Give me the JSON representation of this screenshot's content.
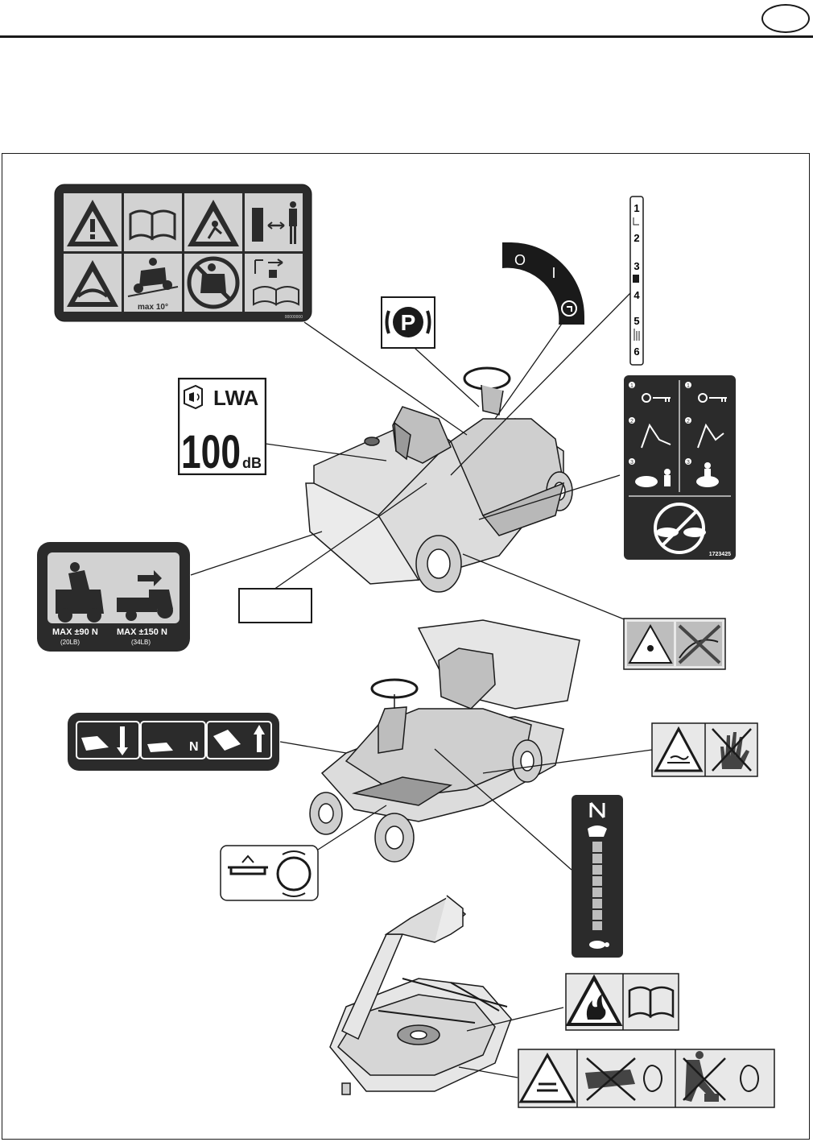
{
  "header": {
    "language_badge": ""
  },
  "decals": {
    "safety_panel": {
      "slope_label": "max 10°",
      "code": "00000000"
    },
    "noise": {
      "symbol": "LWA",
      "value": "100",
      "unit": "dB"
    },
    "parking_brake": {
      "letter": "P"
    },
    "ignition": {
      "off": "O",
      "on": "I"
    },
    "height_scale": {
      "steps": [
        "1",
        "2",
        "3",
        "4",
        "5",
        "6"
      ]
    },
    "cutting_instructions": {
      "steps": [
        "1",
        "2",
        "3"
      ],
      "code": "1723425"
    },
    "towing": {
      "max_left": "MAX ±90 N",
      "max_left_lb": "(20LB)",
      "max_right": "MAX ±150 N",
      "max_right_lb": "(34LB)"
    },
    "pedals": {
      "neutral_letter": "N"
    }
  },
  "colors": {
    "ink": "#1a1a1a",
    "decal_dark": "#2b2b2b",
    "decal_grey": "#d2d2d2",
    "decal_mid": "#9a9a9a"
  },
  "icons": [
    "warning-triangle-icon",
    "manual-book-icon",
    "thrown-objects-icon",
    "keep-distance-icon",
    "rotating-blade-icon",
    "slope-icon",
    "no-passengers-icon",
    "read-manual-icon",
    "speaker-icon",
    "parking-brake-icon",
    "engine-start-icon",
    "key-icon",
    "hand-icon",
    "fire-icon",
    "tortoise-icon",
    "hare-icon",
    "rotation-icon"
  ]
}
